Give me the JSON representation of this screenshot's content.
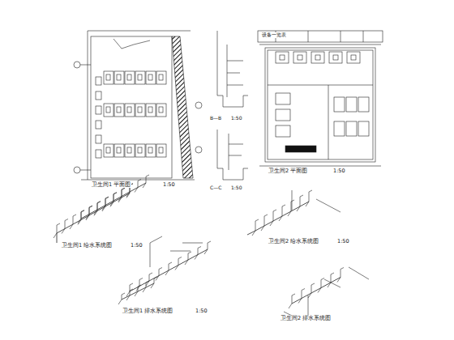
{
  "diagram": {
    "labels": [
      "卫生间1 平面图",
      "1:50",
      "B—B",
      "1:50",
      "C—C",
      "1:50",
      "卫生间2 平面图",
      "1:50",
      "卫生间1 给水系统图",
      "1:50",
      "卫生间1 排水系统图",
      "1:50",
      "卫生间2 给水系统图",
      "1:50",
      "卫生间2 排水系统图",
      "设备一览表"
    ]
  }
}
